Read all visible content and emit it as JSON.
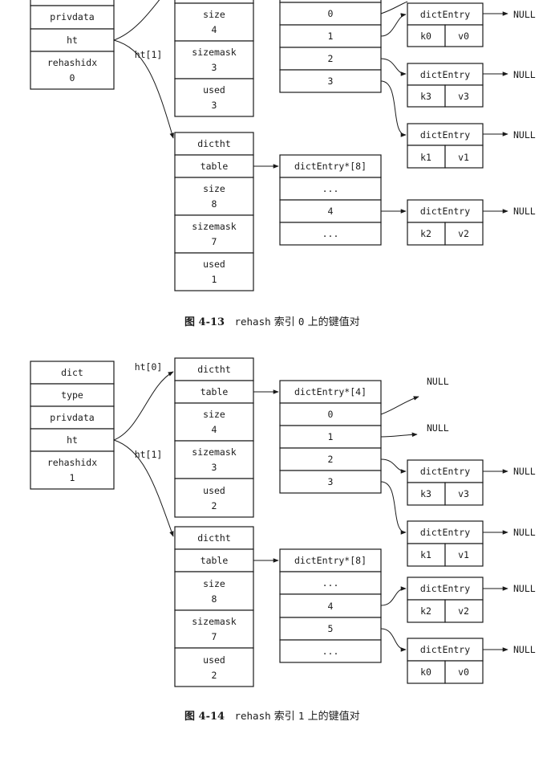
{
  "figure_4_13": {
    "caption": {
      "number": "图 4-13",
      "code": "rehash",
      "text_a": "索引",
      "index": "0",
      "text_b": "上的键值对"
    },
    "dict": [
      "privdata",
      "ht",
      "rehashidx",
      "0"
    ],
    "ht1_label": "ht[1]",
    "ht0": [
      "size",
      "4",
      "sizemask",
      "3",
      "used",
      "3"
    ],
    "ht0_slots": [
      "0",
      "1",
      "2",
      "3"
    ],
    "ht1": [
      "dictht",
      "table",
      "size",
      "8",
      "sizemask",
      "7",
      "used",
      "1"
    ],
    "ht1_table": "dictEntry*[8]",
    "ht1_slots": [
      "...",
      "4",
      "..."
    ],
    "entries": [
      {
        "label": "dictEntry",
        "key": "k0",
        "value": "v0",
        "next": "NULL"
      },
      {
        "label": "dictEntry",
        "key": "k3",
        "value": "v3",
        "next": "NULL"
      },
      {
        "label": "dictEntry",
        "key": "k1",
        "value": "v1",
        "next": "NULL"
      },
      {
        "label": "dictEntry",
        "key": "k2",
        "value": "v2",
        "next": "NULL"
      }
    ]
  },
  "figure_4_14": {
    "caption": {
      "number": "图 4-14",
      "code": "rehash",
      "text_a": "索引",
      "index": "1",
      "text_b": "上的键值对"
    },
    "dict": [
      "dict",
      "type",
      "privdata",
      "ht",
      "rehashidx",
      "1"
    ],
    "ht0_label": "ht[0]",
    "ht1_label": "ht[1]",
    "ht0": [
      "dictht",
      "table",
      "size",
      "4",
      "sizemask",
      "3",
      "used",
      "2"
    ],
    "ht0_table": "dictEntry*[4]",
    "ht0_slots": [
      "0",
      "1",
      "2",
      "3"
    ],
    "ht1": [
      "dictht",
      "table",
      "size",
      "8",
      "sizemask",
      "7",
      "used",
      "2"
    ],
    "ht1_table": "dictEntry*[8]",
    "ht1_slots": [
      "...",
      "4",
      "5",
      "..."
    ],
    "null_labels": [
      "NULL",
      "NULL"
    ],
    "entries": [
      {
        "label": "dictEntry",
        "key": "k3",
        "value": "v3",
        "next": "NULL"
      },
      {
        "label": "dictEntry",
        "key": "k1",
        "value": "v1",
        "next": "NULL"
      },
      {
        "label": "dictEntry",
        "key": "k2",
        "value": "v2",
        "next": "NULL"
      },
      {
        "label": "dictEntry",
        "key": "k0",
        "value": "v0",
        "next": "NULL"
      }
    ]
  }
}
